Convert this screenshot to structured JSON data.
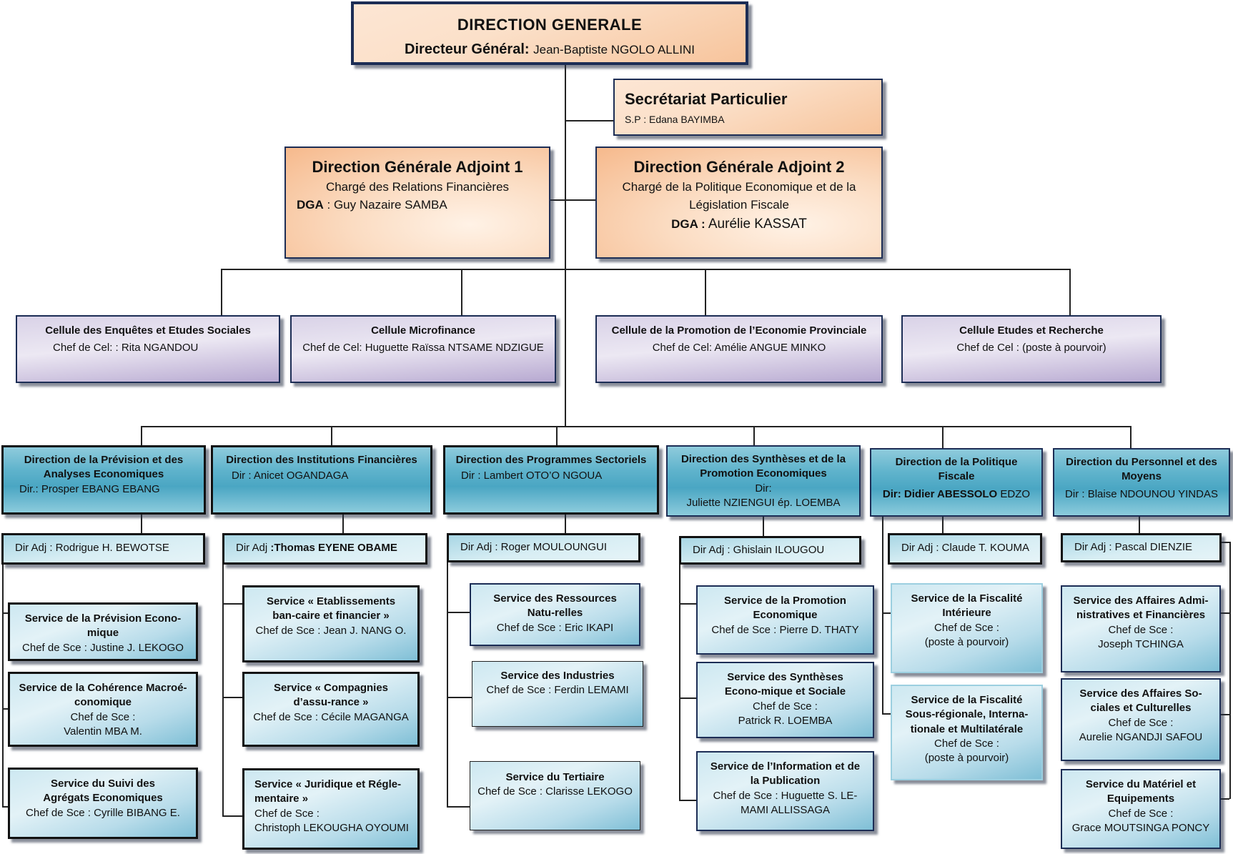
{
  "direction_generale": {
    "title": "DIRECTION  GENERALE",
    "role_label": "Directeur Général:",
    "name": "Jean-Baptiste NGOLO ALLINI"
  },
  "secretariat": {
    "title": "Secrétariat Particulier",
    "line": "S.P :  Edana  BAYIMBA"
  },
  "dga1": {
    "title": "Direction Générale Adjoint 1",
    "mission": "Chargé des Relations Financières",
    "role_label": "DGA",
    "name": " : Guy Nazaire SAMBA"
  },
  "dga2": {
    "title": "Direction Générale Adjoint 2",
    "mission_line1": "Chargé de la Politique Economique et de la",
    "mission_line2": "Législation Fiscale",
    "role_label": "DGA :",
    "name": " Aurélie  KASSAT"
  },
  "cellules": [
    {
      "title": "Cellule des Enquêtes et Etudes Sociales",
      "chef": "Chef de Cel: : Rita NGANDOU"
    },
    {
      "title": "Cellule Microfinance",
      "chef": "Chef de Cel: Huguette Raïssa NTSAME NDZIGUE"
    },
    {
      "title": "Cellule de la Promotion de l’Economie Provinciale",
      "chef": "Chef de Cel:  Amélie ANGUE MINKO"
    },
    {
      "title": "Cellule Etudes et Recherche",
      "chef": "Chef de Cel : (poste à pourvoir)"
    }
  ],
  "directions": [
    {
      "title": "Direction de la Prévision et des Analyses Economiques",
      "director": "Dir.:  Prosper EBANG EBANG",
      "adjoint": "Dir Adj :  Rodrigue H. BEWOTSE",
      "services": [
        {
          "title": "Service de la Prévision Econo-mique",
          "chef": [
            "Chef de Sce : Justine J. LEKOGO"
          ]
        },
        {
          "title": "Service de la Cohérence Macroé-conomique",
          "chef": [
            "Chef de Sce :",
            "Valentin MBA M."
          ]
        },
        {
          "title": "Service du Suivi des Agrégats Economiques",
          "chef": [
            "Chef de Sce : Cyrille BIBANG E."
          ]
        }
      ]
    },
    {
      "title": "Direction des Institutions  Financières",
      "director": "Dir :  Anicet  OGANDAGA",
      "adjoint_label": "Dir Adj ",
      "adjoint_name": ":Thomas EYENE OBAME",
      "services": [
        {
          "title": "Service « Etablissements ban-caire et financier »",
          "chef": [
            "Chef de Sce : Jean J. NANG O."
          ]
        },
        {
          "title": "Service « Compagnies d’assu-rance »",
          "chef": [
            "Chef de Sce : Cécile MAGANGA"
          ]
        },
        {
          "title": "Service « Juridique et Régle-mentaire »",
          "chef": [
            "Chef de Sce :",
            "Christoph LEKOUGHA OYOUMI"
          ]
        }
      ]
    },
    {
      "title": "Direction des Programmes Sectoriels",
      "director": "Dir :  Lambert OTO’O NGOUA",
      "adjoint": "Dir  Adj :  Roger MOULOUNGUI",
      "services": [
        {
          "title": "Service des Ressources Natu-relles",
          "chef": [
            "Chef de Sce : Eric IKAPI"
          ]
        },
        {
          "title": "Service  des Industries",
          "chef": [
            "Chef de Sce : Ferdin LEMAMI"
          ]
        },
        {
          "title": "Service du Tertiaire",
          "chef": [
            "Chef de Sce : Clarisse LEKOGO"
          ]
        }
      ]
    },
    {
      "title": "Direction des Synthèses  et de la Promotion Economiques",
      "director_label": "Dir:",
      "director": "Juliette NZIENGUI ép.  LOEMBA",
      "adjoint": "Dir  Adj :  Ghislain ILOUGOU",
      "services": [
        {
          "title": "Service  de la Promotion Economique",
          "chef": [
            "Chef de Sce : Pierre D. THATY"
          ]
        },
        {
          "title": "Service des Synthèses Econo-mique et Sociale",
          "chef": [
            "Chef de Sce :",
            "Patrick R. LOEMBA"
          ]
        },
        {
          "title": "Service de l’Information et de la Publication",
          "chef": [
            "Chef de Sce : Huguette S. LE-",
            "MAMI ALLISSAGA"
          ]
        }
      ]
    },
    {
      "title": "Direction de la Politique Fiscale",
      "director_label": "Dir:  Didier  ABESSOLO",
      "director": "  EDZO",
      "adjoint": "Dir  Adj : Claude T. KOUMA",
      "services": [
        {
          "title": "Service de la Fiscalité Intérieure",
          "chef": [
            "Chef de Sce :",
            "(poste à pourvoir)"
          ]
        },
        {
          "title": "Service de la Fiscalité Sous-régionale, Interna-tionale et Multilatérale",
          "chef": [
            "Chef de Sce :",
            "(poste à pourvoir)"
          ]
        }
      ]
    },
    {
      "title": "Direction du Personnel et des Moyens",
      "director": "Dir : Blaise  NDOUNOU YINDAS",
      "adjoint": "Dir  Adj : Pascal DIENZIE",
      "services": [
        {
          "title": "Service des Affaires Admi-nistratives  et Financières",
          "chef": [
            "Chef de Sce :",
            "Joseph TCHINGA"
          ]
        },
        {
          "title": "Service des Affaires So-ciales et Culturelles",
          "chef": [
            "Chef de Sce :",
            "Aurelie NGANDJI SAFOU"
          ]
        },
        {
          "title": "Service du Matériel et Equipements",
          "chef": [
            "Chef de Sce :",
            "Grace MOUTSINGA PONCY"
          ]
        }
      ]
    }
  ],
  "colors": {
    "border_dark": "#1c2d55",
    "peach": "#f7c49c",
    "lavender": "#cfc5e0",
    "teal": "#4aa6c3",
    "light_blue": "#d8eef4"
  }
}
